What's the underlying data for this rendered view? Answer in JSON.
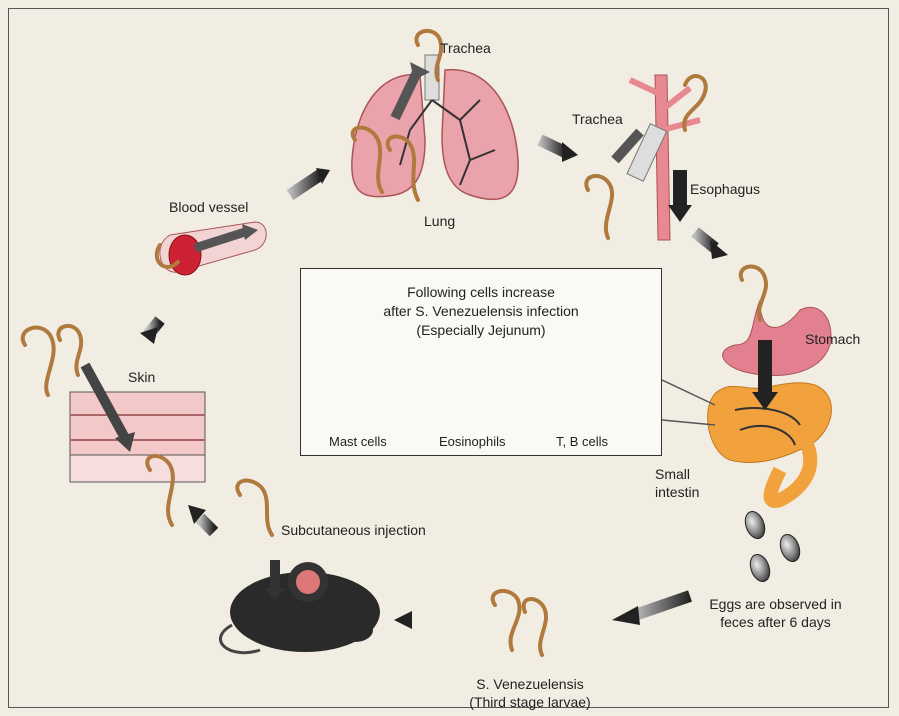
{
  "labels": {
    "trachea_top": "Trachea",
    "lung": "Lung",
    "trachea_right": "Trachea",
    "esophagus": "Esophagus",
    "stomach": "Stomach",
    "small_intestine": [
      "Small",
      "intestin"
    ],
    "eggs": [
      "Eggs are observed in",
      "feces after 6 days"
    ],
    "larvae": [
      "S. Venezuelensis",
      "(Third stage larvae)"
    ],
    "injection": "Subcutaneous injection",
    "skin": "Skin",
    "blood_vessel": "Blood vessel"
  },
  "info_box": {
    "lines": [
      "Following cells increase",
      "after S. Venezuelensis infection",
      "(Especially Jejunum)"
    ],
    "cells": [
      "Mast cells",
      "Eosinophils",
      "T, B cells"
    ]
  },
  "colors": {
    "worm": "#b07a3e",
    "lung": "#e8a0a8",
    "intestine": "#f0a33a",
    "stomach": "#e07a8a",
    "mouse": "#2a2a2a",
    "arrow": "#3a3a3a"
  }
}
